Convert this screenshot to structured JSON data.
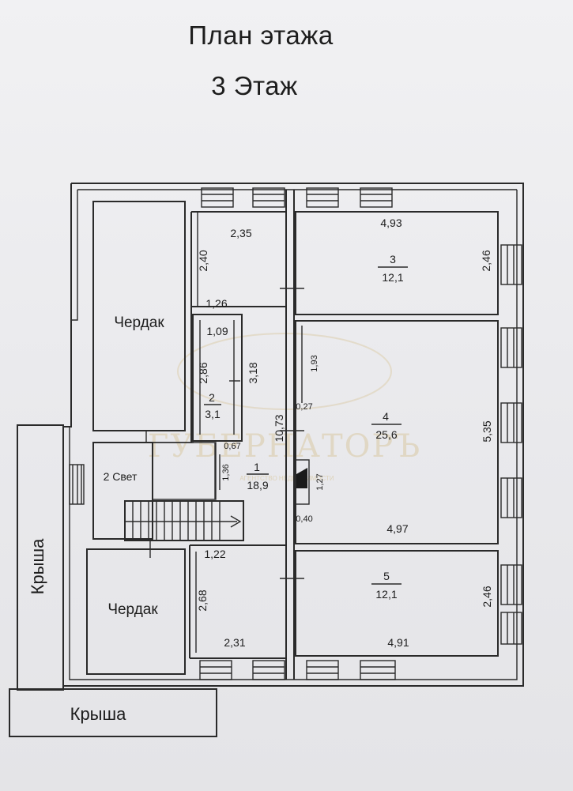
{
  "title": "План этажа",
  "floor": "3 Этаж",
  "watermark": {
    "text": "ГУБЕРНАТОРЪ",
    "subtitle": "АГЕНТСТВО НЕДВИЖИМОСТИ"
  },
  "areas": {
    "attic_top": "Чердак",
    "attic_bottom": "Чердак",
    "light_well": "2 Свет",
    "roof_left": "Крыша",
    "roof_bottom": "Крыша"
  },
  "rooms": [
    {
      "number": "1",
      "area": "18,9"
    },
    {
      "number": "2",
      "area": "3,1"
    },
    {
      "number": "3",
      "area": "12,1"
    },
    {
      "number": "4",
      "area": "25,6"
    },
    {
      "number": "5",
      "area": "12,1"
    }
  ],
  "dimensions": {
    "d_2_35": "2,35",
    "d_2_40": "2,40",
    "d_1_26": "1,26",
    "d_1_09": "1,09",
    "d_2_86": "2,86",
    "d_3_18": "3,18",
    "d_0_67": "0,67",
    "d_1_36": "1,36",
    "d_10_73": "10,73",
    "d_4_93": "4,93",
    "d_2_46_top": "2,46",
    "d_1_93": "1,93",
    "d_0_27": "0,27",
    "d_5_35": "5,35",
    "d_1_27": "1,27",
    "d_0_40": "0,40",
    "d_4_97": "4,97",
    "d_1_22": "1,22",
    "d_2_68": "2,68",
    "d_2_31": "2,31",
    "d_4_91": "4,91",
    "d_2_46_bottom": "2,46"
  }
}
